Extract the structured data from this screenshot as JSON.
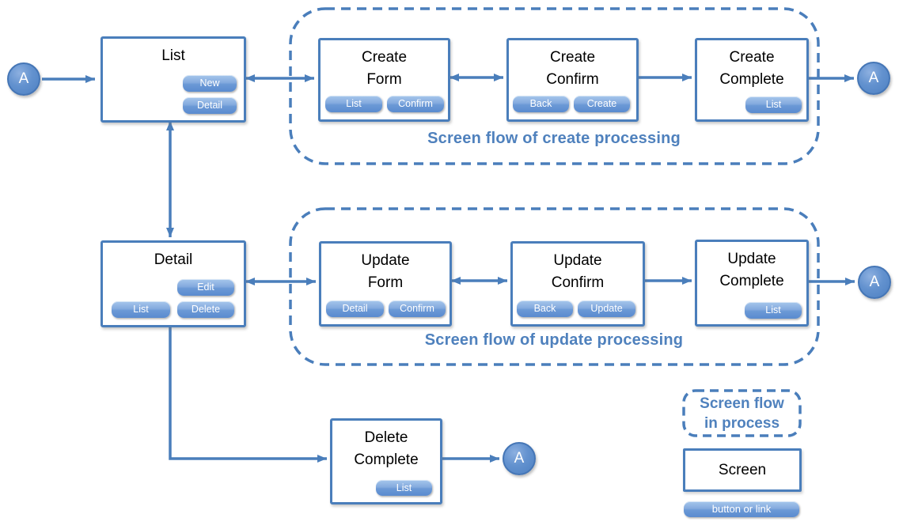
{
  "palette": {
    "line": "#4a7ebb",
    "accent_text": "#4f81bd"
  },
  "connector_label": "A",
  "nodes": {
    "list": {
      "title": "List",
      "buttons": {
        "new": "New",
        "detail": "Detail"
      }
    },
    "create_form": {
      "title": [
        "Create",
        "Form"
      ],
      "buttons": {
        "list": "List",
        "confirm": "Confirm"
      }
    },
    "create_confirm": {
      "title": [
        "Create",
        "Confirm"
      ],
      "buttons": {
        "back": "Back",
        "create": "Create"
      }
    },
    "create_complete": {
      "title": [
        "Create",
        "Complete"
      ],
      "buttons": {
        "list": "List"
      }
    },
    "detail": {
      "title": "Detail",
      "buttons": {
        "edit": "Edit",
        "list": "List",
        "delete": "Delete"
      }
    },
    "update_form": {
      "title": [
        "Update",
        "Form"
      ],
      "buttons": {
        "detail": "Detail",
        "confirm": "Confirm"
      }
    },
    "update_confirm": {
      "title": [
        "Update",
        "Confirm"
      ],
      "buttons": {
        "back": "Back",
        "update": "Update"
      }
    },
    "update_complete": {
      "title": [
        "Update",
        "Complete"
      ],
      "buttons": {
        "list": "List"
      }
    },
    "delete_complete": {
      "title": [
        "Delete",
        "Complete"
      ],
      "buttons": {
        "list": "List"
      }
    }
  },
  "groups": {
    "create": {
      "label": "Screen flow of create processing"
    },
    "update": {
      "label": "Screen flow of update processing"
    }
  },
  "legend": {
    "flow_label": [
      "Screen flow",
      "in process"
    ],
    "screen_label": "Screen",
    "button_label": "button or link"
  }
}
